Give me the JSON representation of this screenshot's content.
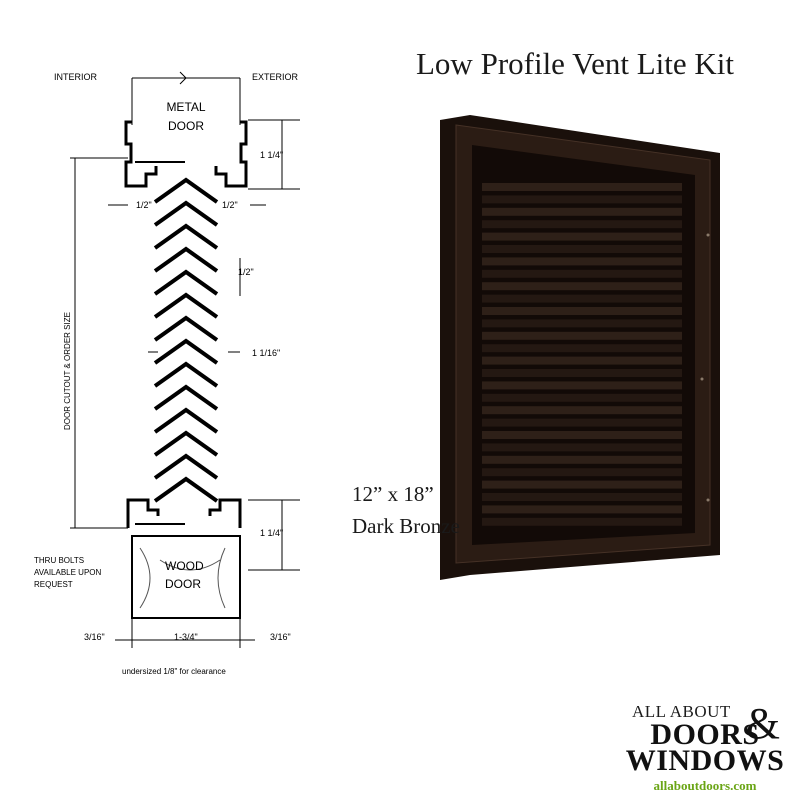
{
  "title": "Low Profile Vent Lite Kit",
  "caption": {
    "size": "12” x 18”",
    "finish": "Dark Bronze"
  },
  "diagram": {
    "interior": "INTERIOR",
    "exterior": "EXTERIOR",
    "metal_door_1": "METAL",
    "metal_door_2": "DOOR",
    "wood_door_1": "WOOD",
    "wood_door_2": "DOOR",
    "dim_top": "1 1/4\"",
    "dim_half_left": "1/2\"",
    "dim_half_right": "1/2\"",
    "dim_louver_gap": "1/2\"",
    "dim_louver_depth": "1 1/16\"",
    "dim_bottom": "1 1/4\"",
    "dim_vertical": "DOOR CUTOUT & ORDER SIZE",
    "thru_bolts_1": "THRU BOLTS",
    "thru_bolts_2": "AVAILABLE UPON",
    "thru_bolts_3": "REQUEST",
    "dim_left_gap": "3/16\"",
    "dim_width": "1-3/4\"",
    "dim_right_gap": "3/16\"",
    "undersized_note": "undersized 1/8\" for clearance"
  },
  "product": {
    "color": "#241812",
    "louver_count": 28
  },
  "logo": {
    "line1": "ALL ABOUT",
    "line2": "DOORS",
    "amp": "&",
    "line3": "WINDOWS",
    "url": "allaboutdoors.com",
    "url_color": "#6aa515"
  }
}
